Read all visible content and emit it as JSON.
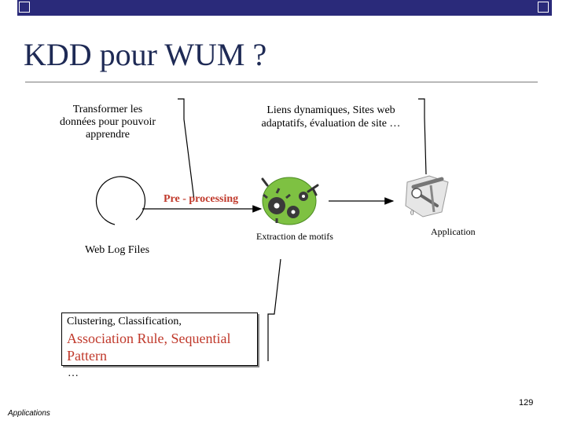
{
  "slide": {
    "title": "KDD pour WUM ?",
    "page_number": "129",
    "footer_label": "Applications"
  },
  "callouts": {
    "transform": [
      "Transformer les",
      "données pour pouvoir",
      "apprendre"
    ],
    "liens": [
      "Liens dynamiques, Sites web",
      "adaptatifs, évaluation de site …"
    ],
    "algorithms": {
      "line1": "Clustering, Classification,",
      "line2": "Association Rule, Sequential",
      "line3": "Pattern",
      "line4": "…"
    }
  },
  "flow": {
    "preprocessing": "Pre - processing",
    "extraction": "Extraction de motifs",
    "application": "Application",
    "weblog": "Web Log Files"
  },
  "colors": {
    "title": "#1e2a55",
    "accent_red": "#c0392b",
    "topbar": "#2a2a7a"
  }
}
